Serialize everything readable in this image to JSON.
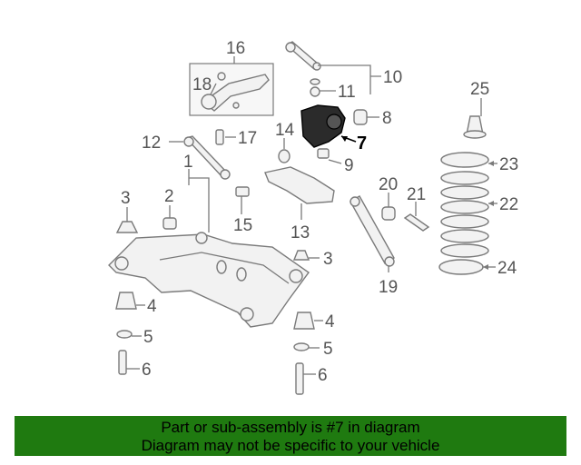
{
  "callouts": {
    "c1": "1",
    "c2": "2",
    "c3a": "3",
    "c3b": "3",
    "c4a": "4",
    "c4b": "4",
    "c5a": "5",
    "c5b": "5",
    "c6a": "6",
    "c6b": "6",
    "c7": "7",
    "c8": "8",
    "c9": "9",
    "c10": "10",
    "c11": "11",
    "c12": "12",
    "c13": "13",
    "c14": "14",
    "c15": "15",
    "c16": "16",
    "c17": "17",
    "c18": "18",
    "c19": "19",
    "c20": "20",
    "c21": "21",
    "c22": "22",
    "c23": "23",
    "c24": "24",
    "c25": "25"
  },
  "highlight": {
    "part_number": "7",
    "color": "#000000"
  },
  "banner": {
    "line1": "Part or sub-assembly is #7 in diagram",
    "line2": "Diagram may not be specific to your vehicle",
    "background": "#1f7a10"
  }
}
